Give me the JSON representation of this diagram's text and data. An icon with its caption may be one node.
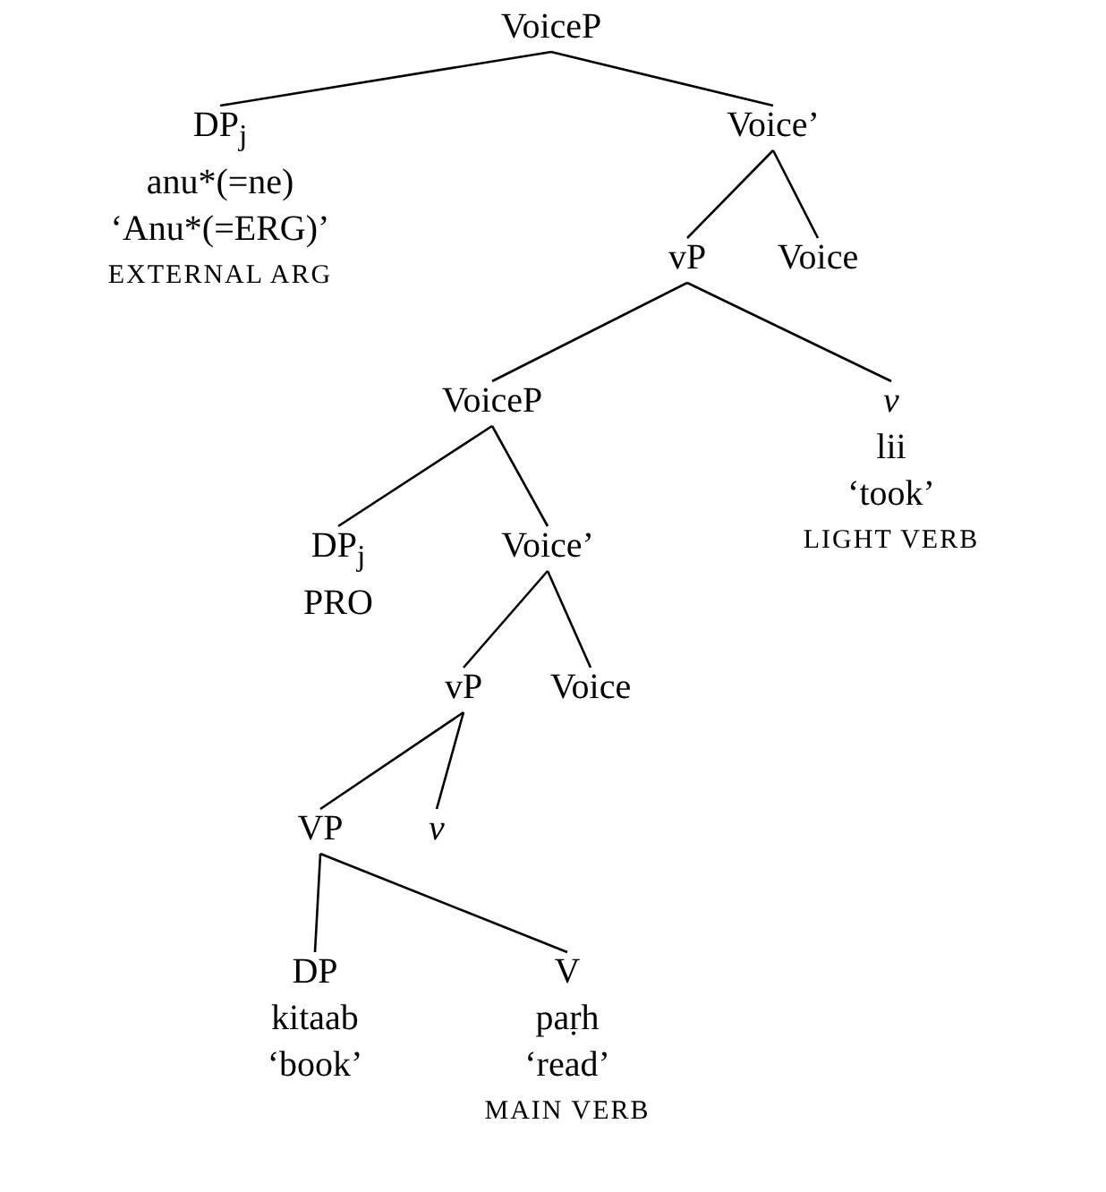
{
  "diagram": {
    "nodes": [
      {
        "text": [
          "VoiceP"
        ]
      },
      {
        "text": [
          "DP$_{j}$",
          "anu*(=ne)",
          "‘Anu*(=ERG)’"
        ],
        "beside": [
          "EXTERNAL ARG"
        ]
      },
      {
        "text": [
          "Voice’"
        ]
      },
      {
        "text": [
          "vP"
        ]
      },
      {
        "text": [
          "Voice"
        ]
      },
      {
        "text": [
          "VoiceP"
        ]
      },
      {
        "text": [
          "*v*",
          "lii",
          "‘took’"
        ],
        "beside": [
          "LIGHT VERB"
        ]
      },
      {
        "text": [
          "DP$_{j}$",
          "PRO"
        ]
      },
      {
        "text": [
          "Voice’"
        ]
      },
      {
        "text": [
          "vP"
        ]
      },
      {
        "text": [
          "Voice"
        ]
      },
      {
        "text": [
          "VP"
        ]
      },
      {
        "text": [
          "*v*"
        ]
      },
      {
        "text": [
          "DP",
          "kitaab",
          "‘book’"
        ]
      },
      {
        "text": [
          "V",
          "paṛh",
          "‘read’"
        ],
        "beside": [
          "MAIN VERB"
        ]
      }
    ],
    "edges": [
      {
        "from": 0,
        "to": 1,
        "arrow": "none"
      },
      {
        "from": 0,
        "to": 2,
        "arrow": "none"
      },
      {
        "from": 2,
        "to": 3,
        "arrow": "none"
      },
      {
        "from": 2,
        "to": 4,
        "arrow": "none"
      },
      {
        "from": 3,
        "to": 5,
        "arrow": "none"
      },
      {
        "from": 3,
        "to": 6,
        "arrow": "none"
      },
      {
        "from": 5,
        "to": 7,
        "arrow": "none"
      },
      {
        "from": 5,
        "to": 8,
        "arrow": "none"
      },
      {
        "from": 8,
        "to": 9,
        "arrow": "none"
      },
      {
        "from": 8,
        "to": 10,
        "arrow": "none"
      },
      {
        "from": 9,
        "to": 11,
        "arrow": "none"
      },
      {
        "from": 9,
        "to": 12,
        "arrow": "none"
      },
      {
        "from": 11,
        "to": 13,
        "arrow": "none"
      },
      {
        "from": 11,
        "to": 14,
        "arrow": "none"
      }
    ]
  }
}
